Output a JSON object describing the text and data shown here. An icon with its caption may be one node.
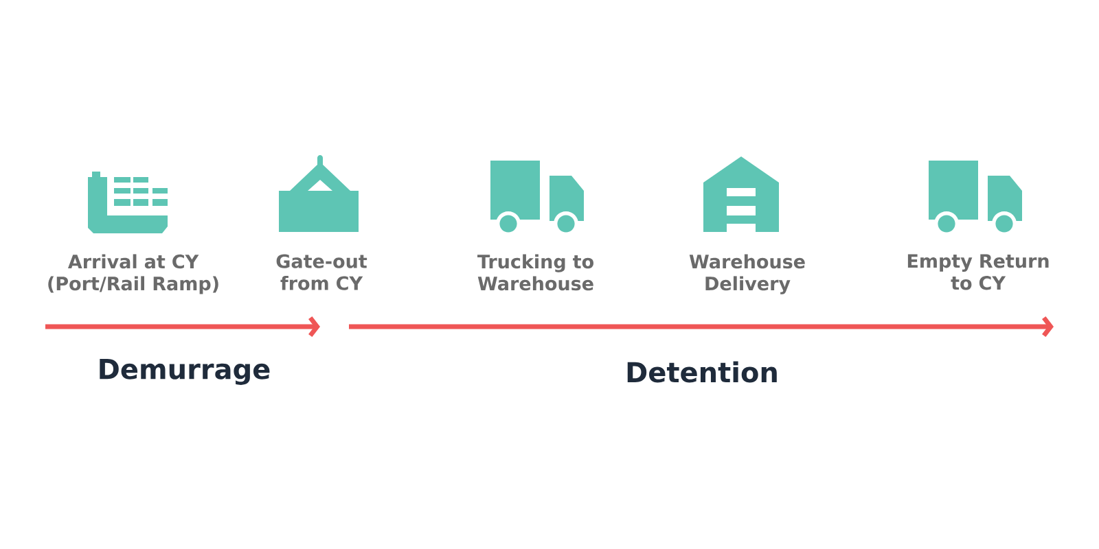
{
  "diagram": {
    "nodes": [
      {
        "text": [],
        "shape": "picture",
        "beside": [
          "Arrival at CY (Port/Rail Ramp)"
        ]
      },
      {
        "text": [],
        "shape": "picture",
        "beside": [
          "Gate-out from CY"
        ]
      },
      {
        "text": [],
        "shape": "picture",
        "beside": [
          "Trucking to Warehouse"
        ]
      },
      {
        "text": [],
        "shape": "picture",
        "beside": [
          "Warehouse Delivery"
        ]
      },
      {
        "text": [],
        "shape": "picture",
        "beside": [
          "Empty Return to CY"
        ]
      }
    ],
    "labels": [
      "Demurrage",
      "Detention"
    ]
  }
}
